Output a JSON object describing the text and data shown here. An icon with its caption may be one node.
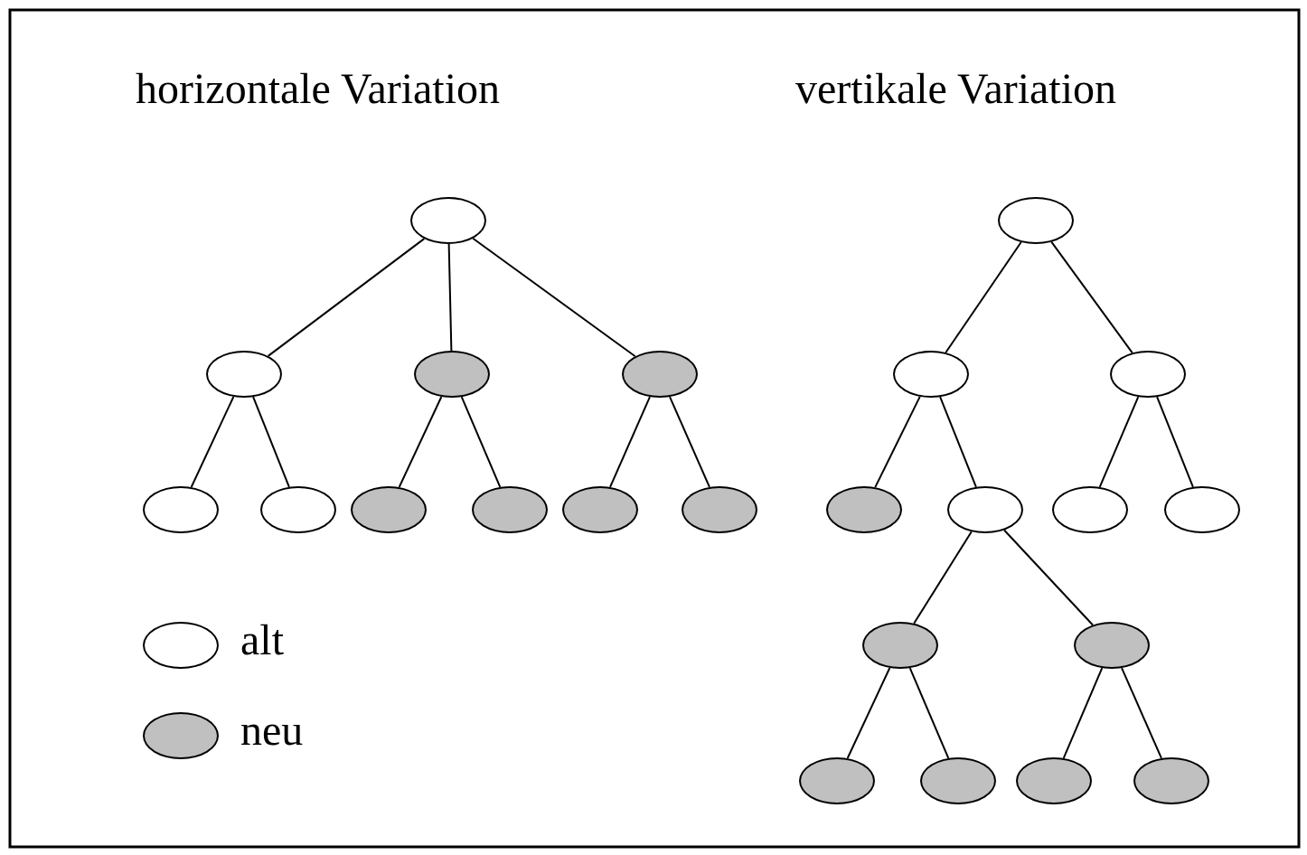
{
  "diagram": {
    "nodes": [
      {
        "text": [],
        "shape": "ellipse"
      },
      {
        "text": [],
        "shape": "ellipse"
      },
      {
        "text": [],
        "shape": "ellipse"
      },
      {
        "text": [],
        "shape": "ellipse"
      },
      {
        "text": [],
        "shape": "ellipse"
      },
      {
        "text": [],
        "shape": "ellipse"
      },
      {
        "text": [],
        "shape": "ellipse"
      },
      {
        "text": [],
        "shape": "ellipse"
      },
      {
        "text": [],
        "shape": "ellipse"
      },
      {
        "text": [],
        "shape": "ellipse"
      },
      {
        "text": [],
        "shape": "ellipse"
      },
      {
        "text": [],
        "shape": "ellipse"
      },
      {
        "text": [],
        "shape": "ellipse"
      },
      {
        "text": [],
        "shape": "ellipse"
      },
      {
        "text": [],
        "shape": "ellipse"
      },
      {
        "text": [],
        "shape": "ellipse"
      },
      {
        "text": [],
        "shape": "ellipse"
      },
      {
        "text": [],
        "shape": "ellipse"
      },
      {
        "text": [],
        "shape": "ellipse"
      },
      {
        "text": [],
        "shape": "ellipse"
      },
      {
        "text": [],
        "shape": "ellipse"
      },
      {
        "text": [],
        "shape": "ellipse"
      },
      {
        "text": [],
        "shape": "ellipse"
      }
    ],
    "edges": [
      {
        "from": 0,
        "to": 1,
        "arrow": "none"
      },
      {
        "from": 0,
        "to": 2,
        "arrow": "none"
      },
      {
        "from": 0,
        "to": 3,
        "arrow": "none"
      },
      {
        "from": 1,
        "to": 4,
        "arrow": "none"
      },
      {
        "from": 1,
        "to": 5,
        "arrow": "none"
      },
      {
        "from": 2,
        "to": 6,
        "arrow": "none"
      },
      {
        "from": 2,
        "to": 7,
        "arrow": "none"
      },
      {
        "from": 3,
        "to": 8,
        "arrow": "none"
      },
      {
        "from": 3,
        "to": 9,
        "arrow": "none"
      },
      {
        "from": 10,
        "to": 11,
        "arrow": "none"
      },
      {
        "from": 10,
        "to": 12,
        "arrow": "none"
      },
      {
        "from": 11,
        "to": 13,
        "arrow": "none"
      },
      {
        "from": 11,
        "to": 14,
        "arrow": "none"
      },
      {
        "from": 12,
        "to": 15,
        "arrow": "none"
      },
      {
        "from": 12,
        "to": 16,
        "arrow": "none"
      },
      {
        "from": 14,
        "to": 17,
        "arrow": "none"
      },
      {
        "from": 14,
        "to": 18,
        "arrow": "none"
      },
      {
        "from": 17,
        "to": 19,
        "arrow": "none"
      },
      {
        "from": 17,
        "to": 20,
        "arrow": "none"
      },
      {
        "from": 18,
        "to": 21,
        "arrow": "none"
      },
      {
        "from": 18,
        "to": 22,
        "arrow": "none"
      }
    ],
    "labels": [
      "horizontale Variation",
      "vertikale Variation"
    ],
    "legend": [
      {
        "text": "alt",
        "color": "#ffffff"
      },
      {
        "text": "neu",
        "color": "#c0c0c0"
      }
    ]
  }
}
